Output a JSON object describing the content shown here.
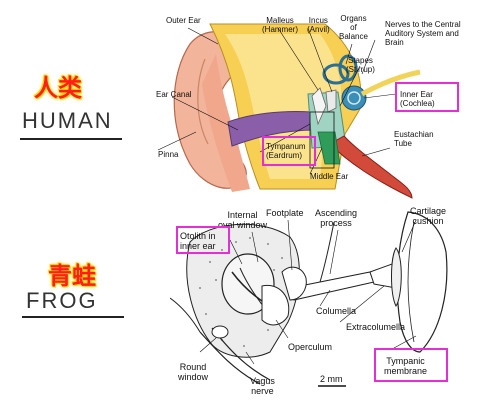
{
  "human": {
    "cn": "人类",
    "en": "HUMAN",
    "labels": {
      "outer_ear": "Outer Ear",
      "malleus": "Malleus\n(Hammer)",
      "incus": "Incus\n(Anvil)",
      "organs_balance": "Organs\nof\nBalance",
      "nerves": "Nerves to the Central\nAuditory System and\nBrain",
      "stapes": "Stapes\n(Stirrup)",
      "ear_canal": "Ear Canal",
      "inner_ear": "Inner Ear\n(Cochlea)",
      "eustachian": "Eustachian\nTube",
      "pinna": "Pinna",
      "tympanum": "Tympanum\n(Eardrum)",
      "middle_ear": "Middle Ear"
    }
  },
  "frog": {
    "cn": "青蛙",
    "en": "FROG",
    "labels": {
      "internal_oval": "Internal\noval window",
      "footplate": "Footplate",
      "ascending": "Ascending\nprocess",
      "cartilage": "Cartilage\ncushion",
      "otolith": "Otolith in\ninner ear",
      "columella": "Columella",
      "extracolumella": "Extracolumella",
      "operculum": "Operculum",
      "round_window": "Round\nwindow",
      "vagus": "Vagus\nnerve",
      "scale": "2 mm",
      "tympanic": "Tympanic\nmembrane"
    }
  },
  "colors": {
    "highlight_box": "#e22fd6",
    "cn_text": "#ff1d1d",
    "cn_glow": "#ffd400"
  }
}
